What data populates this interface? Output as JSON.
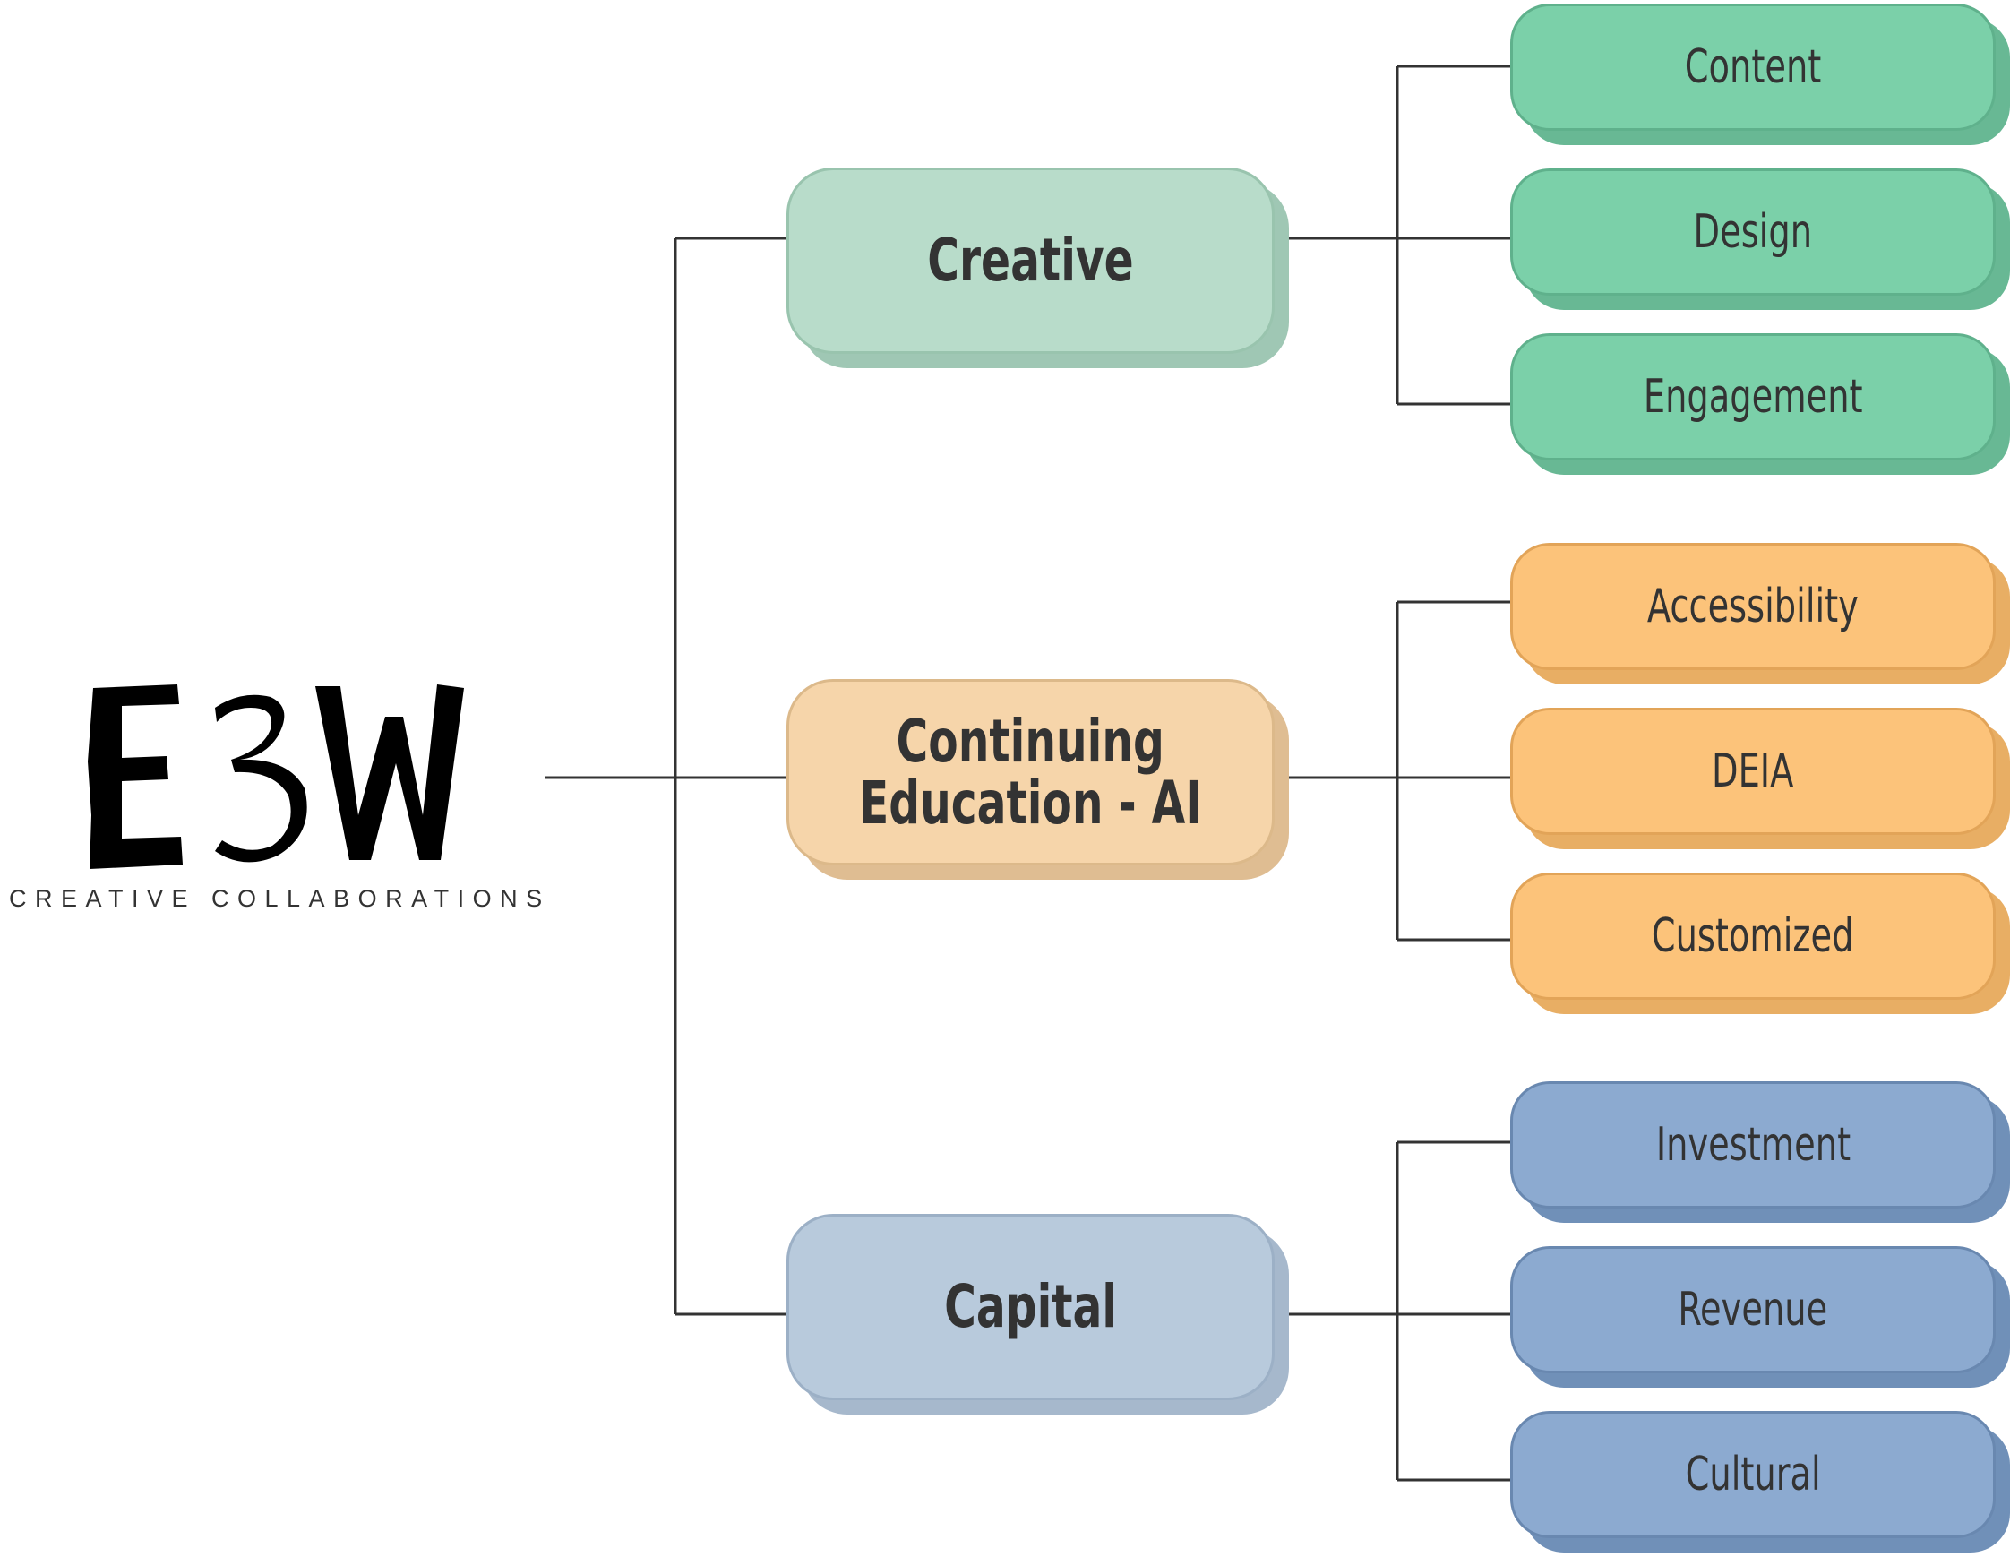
{
  "logo": {
    "mark": "E3W",
    "tagline": "CREATIVE COLLABORATIONS"
  },
  "branches": [
    {
      "label": "Creative",
      "color": "green",
      "children": [
        "Content",
        "Design",
        "Engagement"
      ]
    },
    {
      "label": "Continuing Education - AI",
      "line1": "Continuing",
      "line2": "Education - AI",
      "color": "orange",
      "children": [
        "Accessibility",
        "DEIA",
        "Customized"
      ]
    },
    {
      "label": "Capital",
      "color": "blue",
      "children": [
        "Investment",
        "Revenue",
        "Cultural"
      ]
    }
  ],
  "colors": {
    "green": "#7bd0a9",
    "orange": "#fcc37a",
    "blue": "#8caad0",
    "green_main": "#b8dcca",
    "orange_main": "#f6d5aa",
    "blue_main": "#b8cadc",
    "line": "#333333"
  }
}
